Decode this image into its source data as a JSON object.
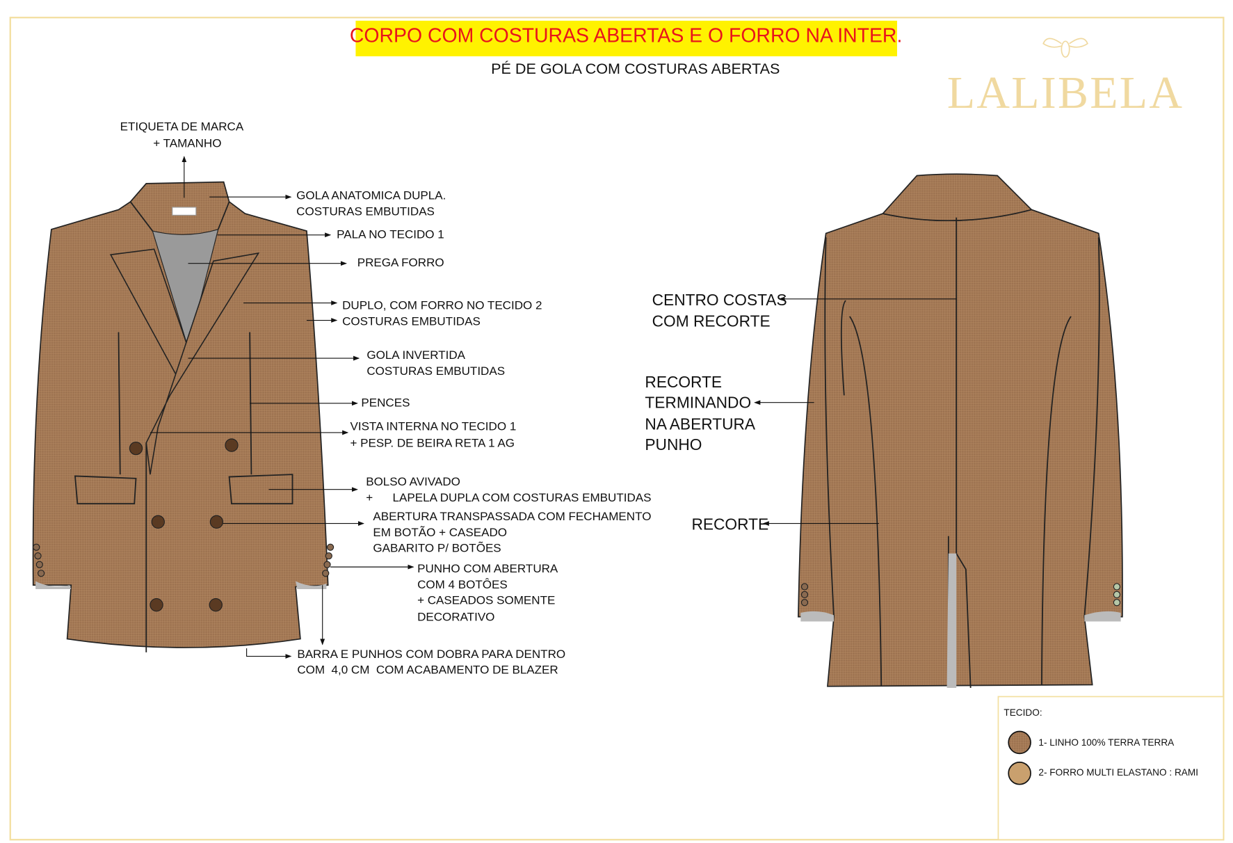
{
  "header": {
    "banner": "CORPO COM COSTURAS ABERTAS E O FORRO NA INTER.",
    "subtitle": "PÉ DE GOLA COM COSTURAS ABERTAS",
    "banner_bg": "#fff200",
    "banner_color": "#e8141c"
  },
  "logo": {
    "text": "LALIBELA",
    "icon": "bee-icon",
    "color": "#f0d9a0"
  },
  "front_labels": {
    "etiqueta": [
      "ETIQUETA DE MARCA",
      "+ TAMANHO"
    ],
    "gola_anatomica": [
      "GOLA ANATOMICA DUPLA.",
      "COSTURAS EMBUTIDAS"
    ],
    "pala": [
      "PALA NO  TECIDO 1"
    ],
    "prega": [
      "PREGA FORRO"
    ],
    "duplo": [
      "DUPLO, COM FORRO NO TECIDO 2",
      "COSTURAS EMBUTIDAS"
    ],
    "gola_invertida": [
      "GOLA INVERTIDA",
      "COSTURAS EMBUTIDAS"
    ],
    "pences": [
      "PENCES"
    ],
    "vista": [
      "VISTA INTERNA NO  TECIDO 1",
      "+ PESP. DE BEIRA RETA 1 AG"
    ],
    "bolso": [
      "BOLSO AVIVADO",
      "+      LAPELA DUPLA COM COSTURAS EMBUTIDAS"
    ],
    "abertura": [
      "ABERTURA TRANSPASSADA COM FECHAMENTO",
      "EM BOTÃO + CASEADO",
      "GABARITO P/ BOTÕES"
    ],
    "punho": [
      "PUNHO COM ABERTURA",
      "COM 4 BOTÔES",
      "+ CASEADOS SOMENTE",
      "DECORATIVO"
    ],
    "barra": [
      "BARRA E PUNHOS COM DOBRA PARA DENTRO",
      "COM  4,0 CM  COM ACABAMENTO DE BLAZER"
    ]
  },
  "back_labels": {
    "centro": [
      "CENTRO COSTAS",
      "COM RECORTE"
    ],
    "recorte_punho": [
      "RECORTE",
      "TERMINANDO",
      "NA ABERTURA",
      "PUNHO"
    ],
    "recorte": [
      "RECORTE"
    ]
  },
  "legend": {
    "title": "TECIDO:",
    "items": [
      {
        "label": "1- LINHO 100% TERRA TERRA",
        "color": "#a57a55"
      },
      {
        "label": "2- FORRO MULTI ELASTANO : RAMI",
        "color": "#c9a06e"
      }
    ]
  },
  "colors": {
    "fabric": "#a57a55",
    "lining": "#9a9a9a",
    "border": "#f3dfa0",
    "button": "#5a3a22"
  }
}
